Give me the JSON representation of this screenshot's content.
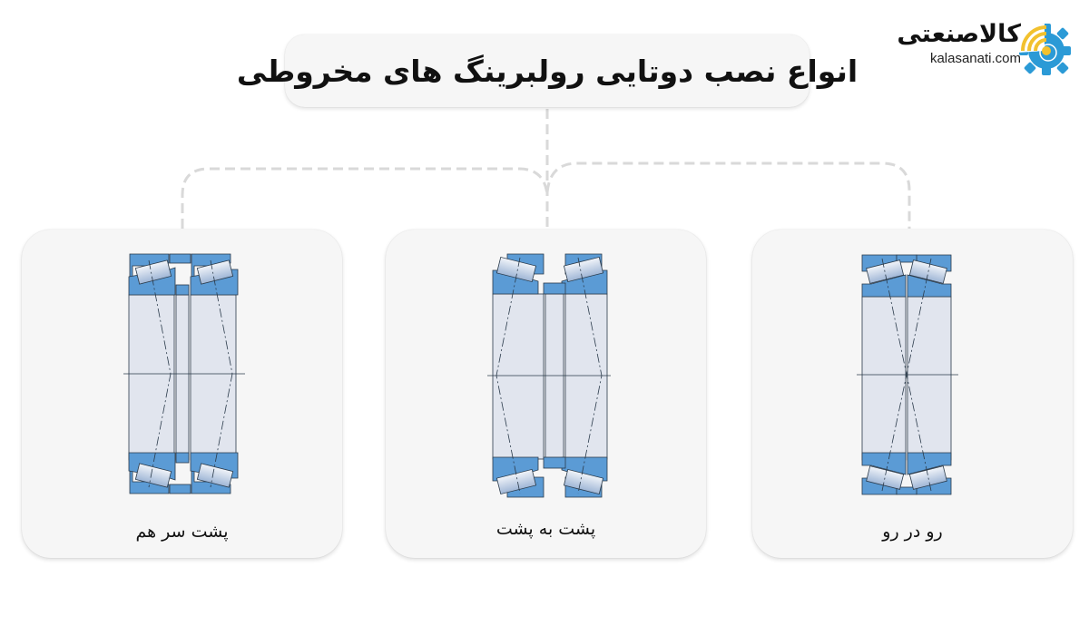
{
  "title": "انواع نصب دوتایی رولبرینگ های مخروطی",
  "logo": {
    "name_fa": "کالاصنعتی",
    "domain": "kalasanati.com",
    "icon": "gear-wifi-icon",
    "colors": {
      "gear": "#2b9ad6",
      "signal": "#f2c12e"
    }
  },
  "colors": {
    "card_bg": "#f6f6f6",
    "connector": "#d9d9d9",
    "ring_blue": "#5b9bd5",
    "bore_fill": "#e1e5ee",
    "roller_light": "#eef2f8",
    "roller_dark": "#9fb6d6"
  },
  "arrangements": [
    {
      "id": "back-to-back-tandem",
      "label": "پشت سر هم",
      "variant": "tandem"
    },
    {
      "id": "back-to-back",
      "label": "پشت به پشت",
      "variant": "back"
    },
    {
      "id": "face-to-face",
      "label": "رو در رو",
      "variant": "face"
    }
  ]
}
